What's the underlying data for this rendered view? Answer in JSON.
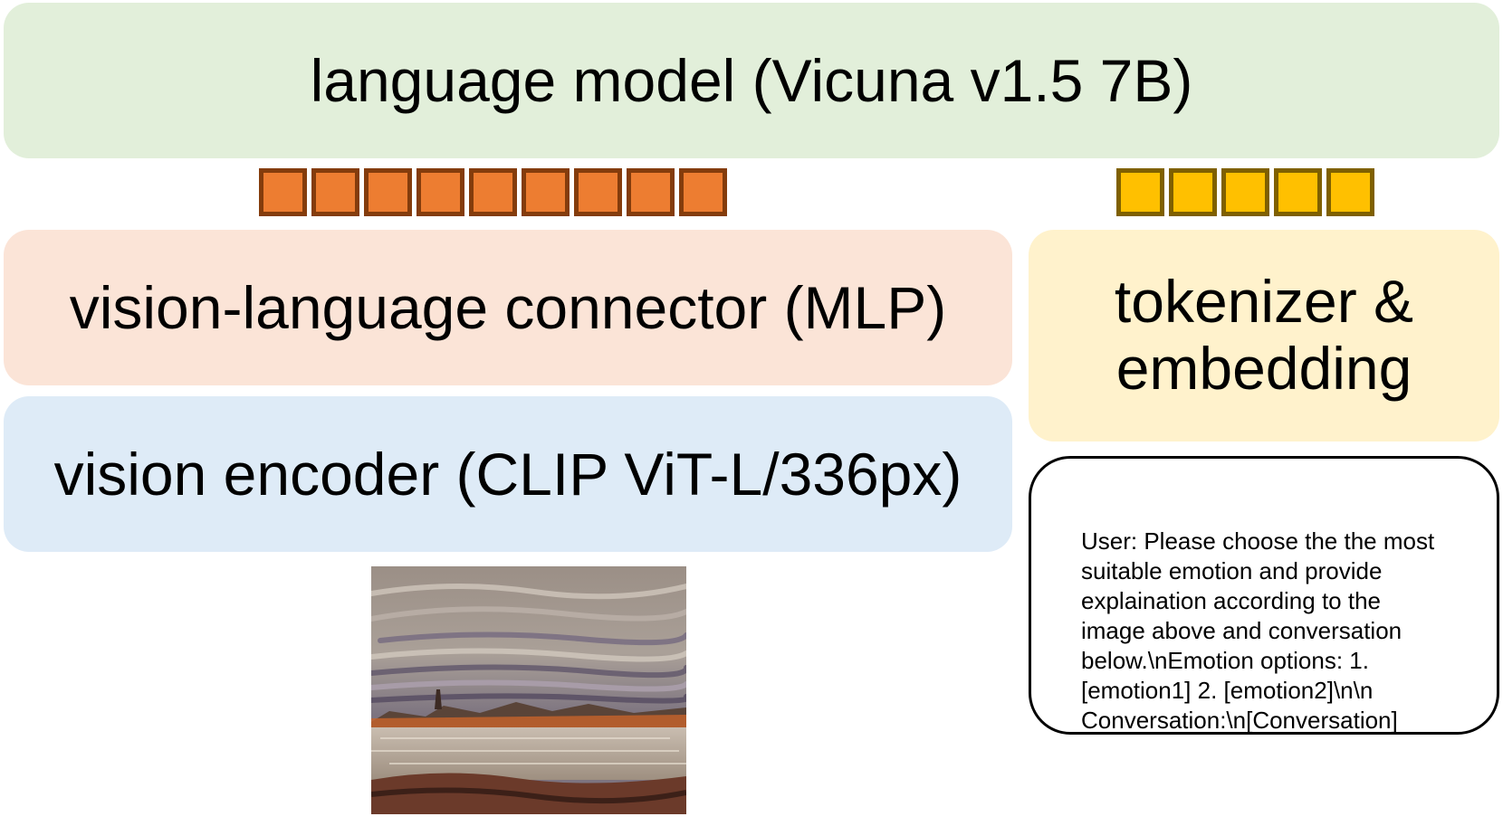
{
  "language_model": {
    "label": "language model (Vicuna v1.5 7B)"
  },
  "connector": {
    "label": "vision-language connector (MLP)"
  },
  "encoder": {
    "label": "vision encoder (CLIP ViT-L/336px)"
  },
  "tokenizer": {
    "label": "tokenizer &\nembedding"
  },
  "prompt": {
    "text": "User: Please choose the the most\nsuitable emotion and provide\nexplaination according to the\nimage above and conversation\nbelow.\\nEmotion options: 1.\n[emotion1] 2. [emotion2]\\n\\n\nConversation:\\n[Conversation]"
  },
  "vision_tokens": {
    "count": 9,
    "fill": "#ed7d31",
    "border": "#843c0c"
  },
  "text_tokens": {
    "count": 5,
    "fill": "#ffc000",
    "border": "#7f6000"
  },
  "colors": {
    "language_model_bg": "#e2efda",
    "connector_bg": "#fbe4d7",
    "encoder_bg": "#deebf7",
    "tokenizer_bg": "#fff2cc"
  },
  "image": {
    "description_icon": "landscape-painting"
  }
}
